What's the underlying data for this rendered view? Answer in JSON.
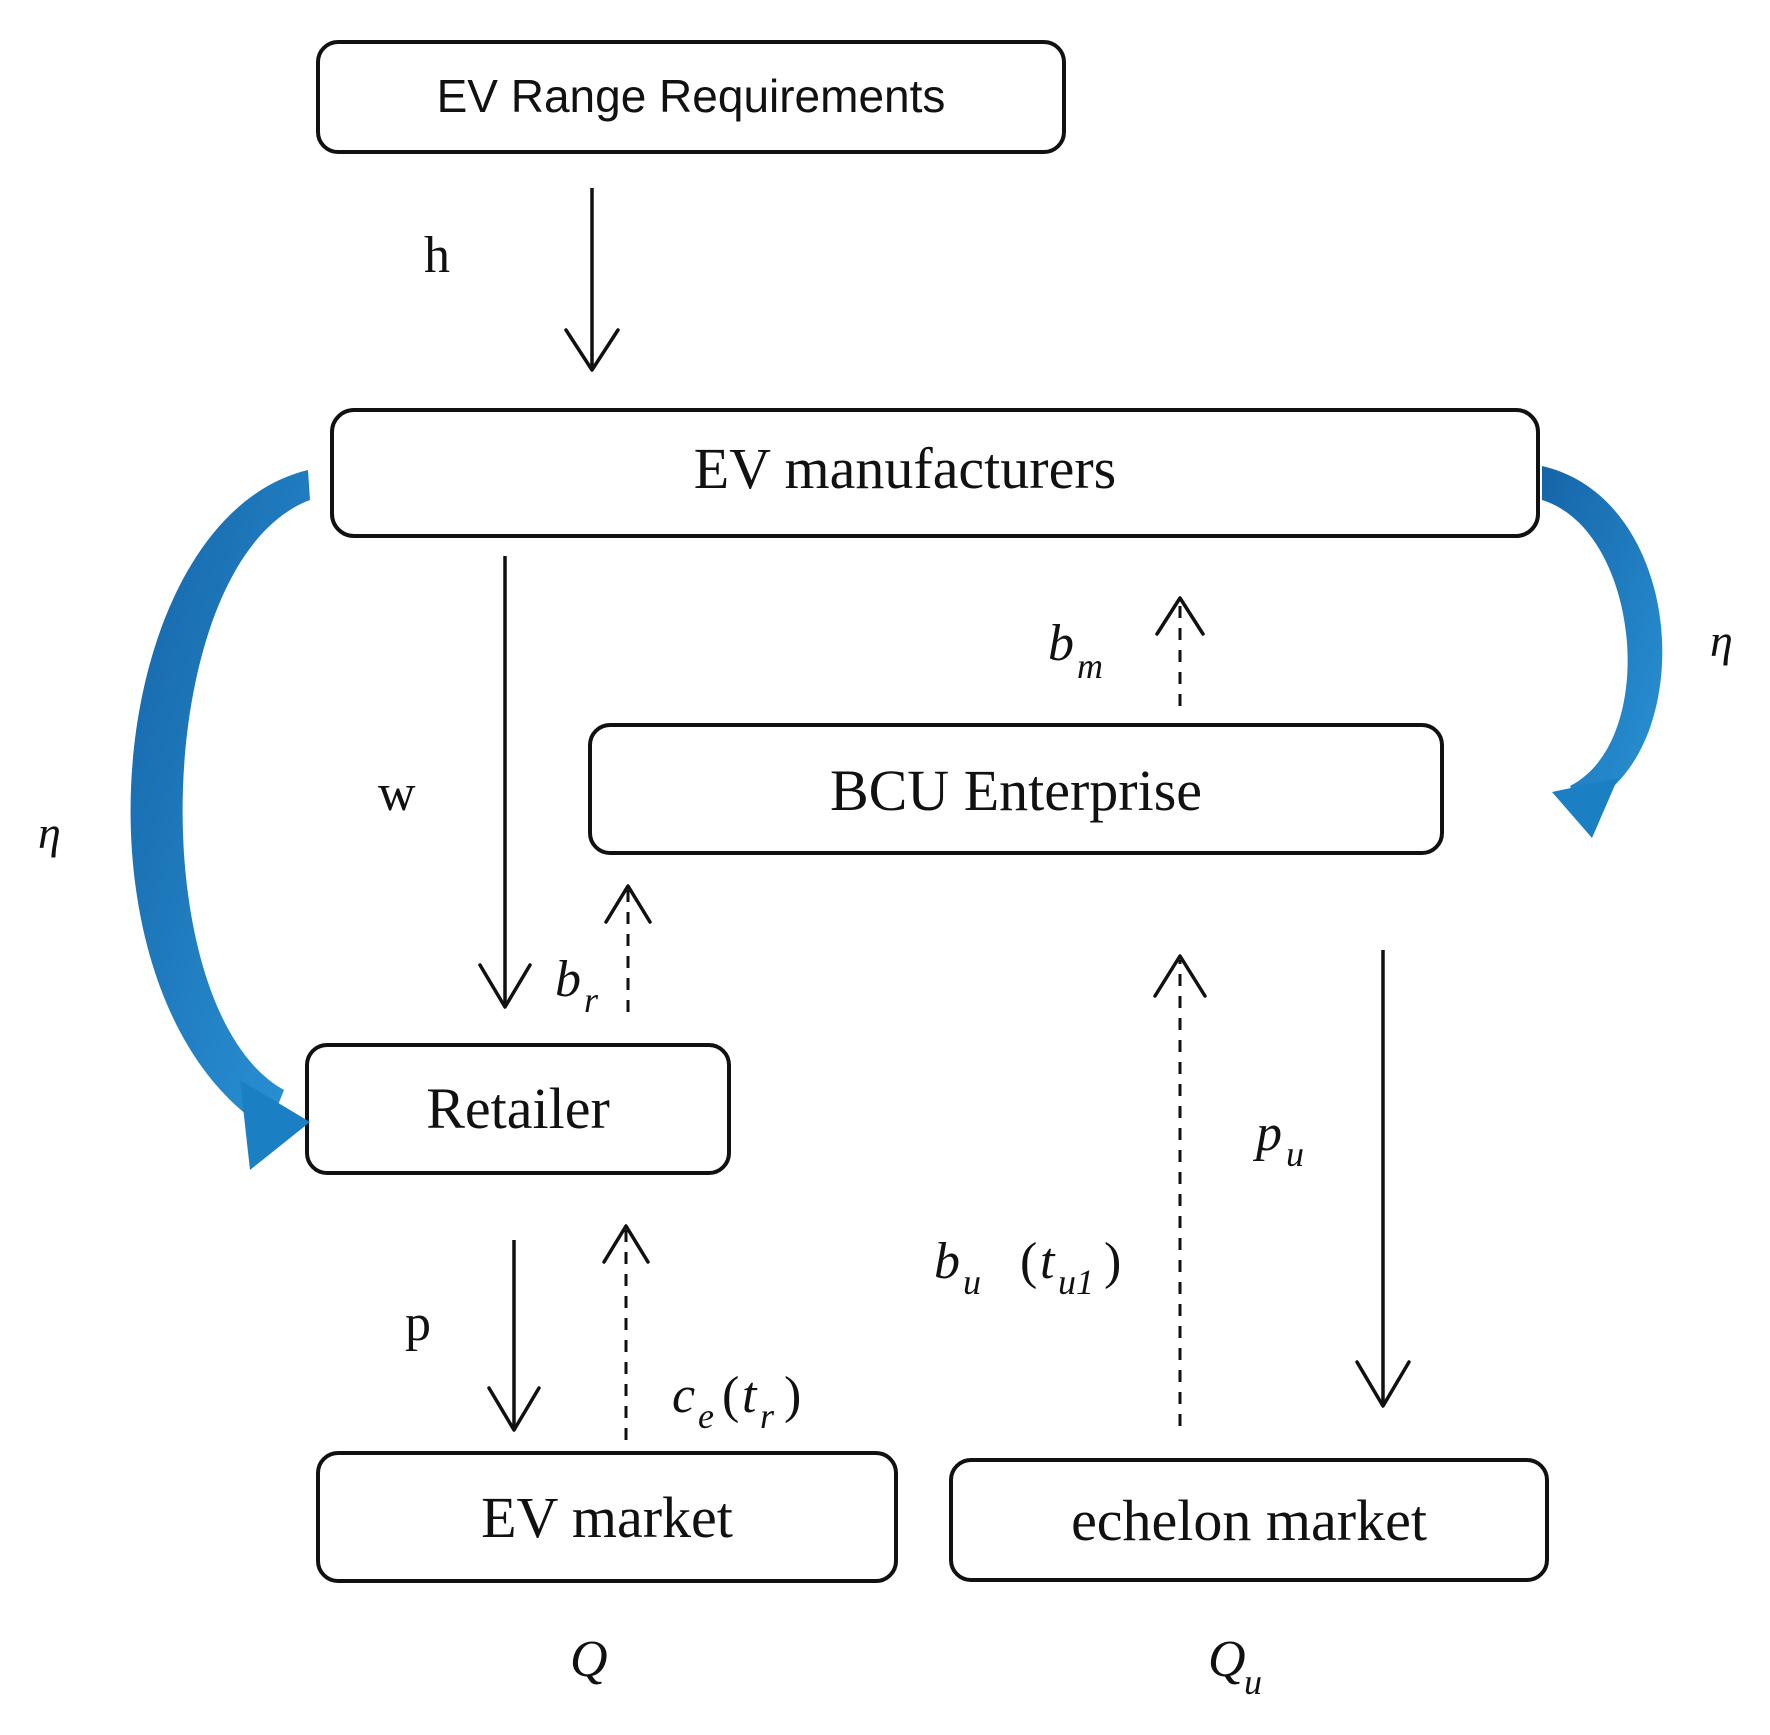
{
  "nodes": {
    "range": "EV Range Requirements",
    "manufacturers": "EV manufacturers",
    "bcu": "BCU Enterprise",
    "retailer": "Retailer",
    "ev_market": "EV market",
    "echelon_market": "echelon market"
  },
  "labels": {
    "h": "h",
    "w": "w",
    "p": "p",
    "eta_left": "η",
    "eta_right": "η",
    "b": "b",
    "sub_m": "m",
    "sub_r": "r",
    "sub_u": "u",
    "p_u": "p",
    "c": "c",
    "sub_e": "e",
    "open_paren": "(",
    "close_paren": ")",
    "t": "t",
    "sub_u1": "u1",
    "Q": "Q",
    "Q_u": "Q"
  },
  "colors": {
    "line": "#111111",
    "curve": "#1b7fc4",
    "box_border": "#111111"
  }
}
